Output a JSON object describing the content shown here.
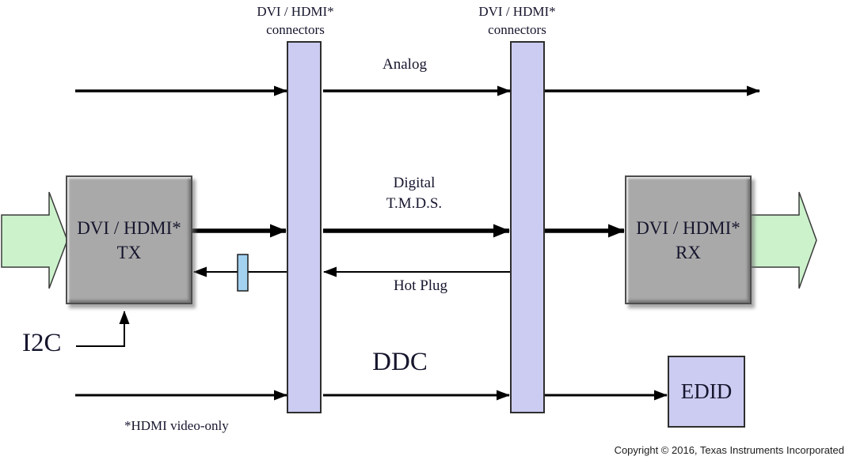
{
  "connectors": {
    "left": {
      "line1": "DVI / HDMI*",
      "line2": "connectors"
    },
    "right": {
      "line1": "DVI / HDMI*",
      "line2": "connectors"
    }
  },
  "blocks": {
    "tx": {
      "line1": "DVI / HDMI*",
      "line2": "TX"
    },
    "rx": {
      "line1": "DVI / HDMI*",
      "line2": "RX"
    },
    "edid": {
      "label": "EDID"
    }
  },
  "signals": {
    "analog": {
      "label": "Analog"
    },
    "tmds": {
      "line1": "Digital",
      "line2": "T.M.D.S."
    },
    "hot_plug": {
      "label": "Hot Plug"
    },
    "ddc": {
      "label": "DDC"
    },
    "i2c": {
      "label": "I2C"
    }
  },
  "footnote": "*HDMI video-only",
  "copyright": "Copyright © 2016, Texas Instruments Incorporated",
  "colors": {
    "connector_fill": "#CCCCF2",
    "block_fill": "#A9A9A9",
    "flow_arrow_fill": "#CCF2CC",
    "hot_plug_detect_fill": "#A3D1F0",
    "edid_fill": "#CCCCF2",
    "line": "#000000",
    "text": "#16162E"
  }
}
